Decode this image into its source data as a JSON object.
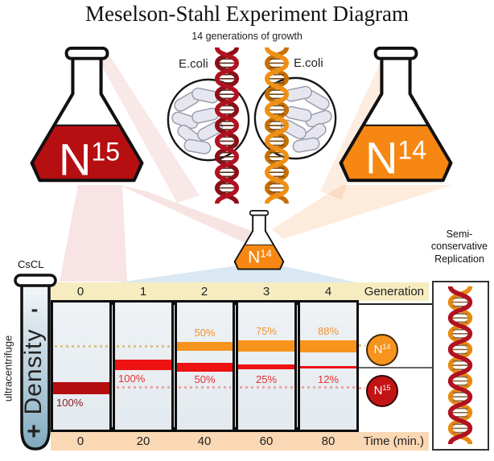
{
  "title": "Meselson-Stahl Experiment Diagram",
  "subtitle": "14 generations of growth",
  "flasks": {
    "n15": {
      "base": "N",
      "sup": "15"
    },
    "n14": {
      "base": "N",
      "sup": "14"
    },
    "small_n14": {
      "base": "N",
      "sup": "14"
    }
  },
  "ecoli": {
    "left": "E.coli",
    "right": "E.coli"
  },
  "tube": {
    "label": "CsCL",
    "minus": "-",
    "axis": "Density",
    "plus": "+",
    "side": "ultracentrifuge"
  },
  "semi": {
    "label": "Semi-\nconservative\nReplication"
  },
  "markers": {
    "n14": {
      "base": "N",
      "sup": "14"
    },
    "n15": {
      "base": "N",
      "sup": "15"
    }
  },
  "chart_data": {
    "type": "table",
    "description": "CsCl density-gradient DNA bands per generation",
    "generation_axis": {
      "label": "Generation",
      "ticks": [
        "0",
        "1",
        "2",
        "3",
        "4"
      ]
    },
    "time_axis": {
      "label": "Time (min.)",
      "ticks": [
        "0",
        "20",
        "40",
        "60",
        "80"
      ]
    },
    "density_axis": {
      "label": "Density",
      "top": "-",
      "bottom": "+"
    },
    "series": [
      {
        "name": "N14 light band",
        "color": "#f7941d",
        "values_pct": [
          null,
          null,
          50,
          75,
          88
        ]
      },
      {
        "name": "N15/hybrid red band",
        "color": "#ee1212",
        "values_pct": [
          100,
          100,
          50,
          25,
          12
        ]
      }
    ],
    "columns": [
      {
        "generation": "0",
        "time": "0",
        "red_pct": "100%",
        "orange_pct": null
      },
      {
        "generation": "1",
        "time": "20",
        "red_pct": "100%",
        "orange_pct": null
      },
      {
        "generation": "2",
        "time": "40",
        "red_pct": "50%",
        "orange_pct": "50%"
      },
      {
        "generation": "3",
        "time": "60",
        "red_pct": "25%",
        "orange_pct": "75%"
      },
      {
        "generation": "4",
        "time": "80",
        "red_pct": "12%",
        "orange_pct": "88%"
      }
    ],
    "colors": {
      "orange_band": "#f7941d",
      "red_band": "#ee1212",
      "heavy_band": "#b30d10",
      "generation_band_bg": "#f6ecc0",
      "time_band_bg": "#fbd8b4",
      "n15_flask": "#b50f12",
      "n14_flask": "#f68712"
    }
  }
}
